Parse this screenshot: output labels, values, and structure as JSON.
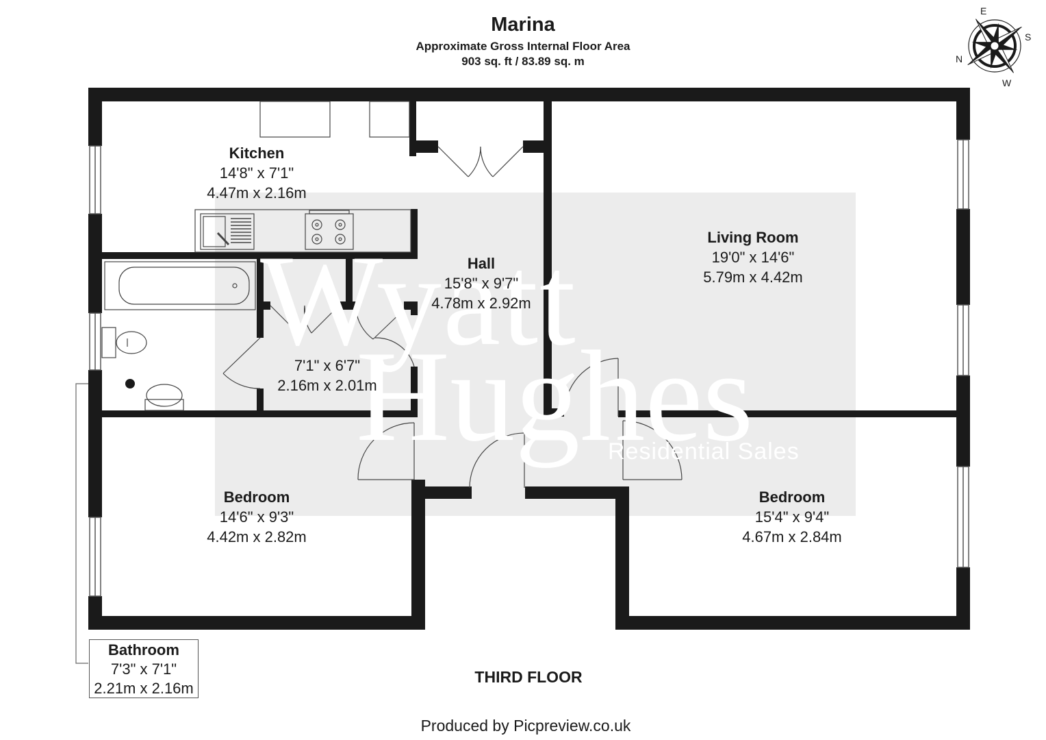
{
  "header": {
    "title": "Marina",
    "subtitle": "Approximate Gross Internal Floor Area",
    "area": "903 sq. ft / 83.89 sq. m"
  },
  "compass": {
    "n": "N",
    "e": "E",
    "s": "S",
    "w": "W"
  },
  "watermark": {
    "line1": "Wyatt",
    "line2": "Hughes",
    "line3": "Residential Sales"
  },
  "rooms": {
    "kitchen": {
      "name": "Kitchen",
      "imperial": "14'8\" x 7'1\"",
      "metric": "4.47m x 2.16m"
    },
    "hall": {
      "name": "Hall",
      "imperial": "15'8\" x 9'7\"",
      "metric": "4.78m x 2.92m"
    },
    "living": {
      "name": "Living Room",
      "imperial": "19'0\" x 14'6\"",
      "metric": "5.79m x 4.42m"
    },
    "store": {
      "imperial": "7'1\" x 6'7\"",
      "metric": "2.16m x 2.01m"
    },
    "bedroom1": {
      "name": "Bedroom",
      "imperial": "14'6\" x 9'3\"",
      "metric": "4.42m x 2.82m"
    },
    "bedroom2": {
      "name": "Bedroom",
      "imperial": "15'4\" x 9'4\"",
      "metric": "4.67m x 2.84m"
    },
    "bathroom": {
      "name": "Bathroom",
      "imperial": "7'3\" x 7'1\"",
      "metric": "2.21m x 2.16m"
    }
  },
  "floor_label": "THIRD FLOOR",
  "credit": "Produced by Picpreview.co.uk"
}
